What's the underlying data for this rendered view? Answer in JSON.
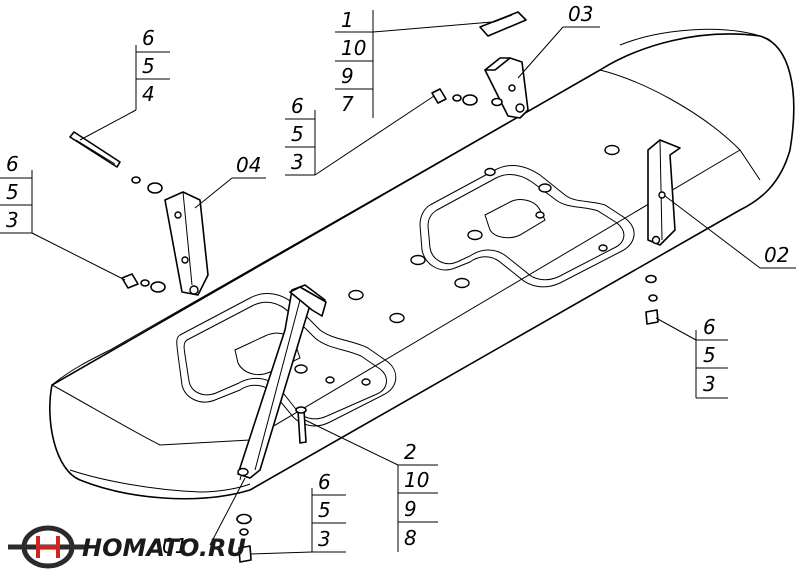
{
  "callouts": {
    "bolt_top_left": [
      "6",
      "5",
      "4"
    ],
    "washer_left": [
      "6",
      "5",
      "3"
    ],
    "bracket_04": "04",
    "bracket_03": "03",
    "top_stack": [
      "1",
      "10",
      "9",
      "7"
    ],
    "mid_stack": [
      "6",
      "5",
      "3"
    ],
    "bracket_02": "02",
    "right_stack": [
      "6",
      "5",
      "3"
    ],
    "bottom_stack_a": [
      "2",
      "10",
      "9",
      "8"
    ],
    "bottom_stack_b": [
      "6",
      "5",
      "3"
    ],
    "bracket_01": "01"
  },
  "logo": {
    "text": "HOMATO.RU",
    "colors": {
      "ring": "#2b2b2b",
      "accent": "#d2231f"
    }
  }
}
